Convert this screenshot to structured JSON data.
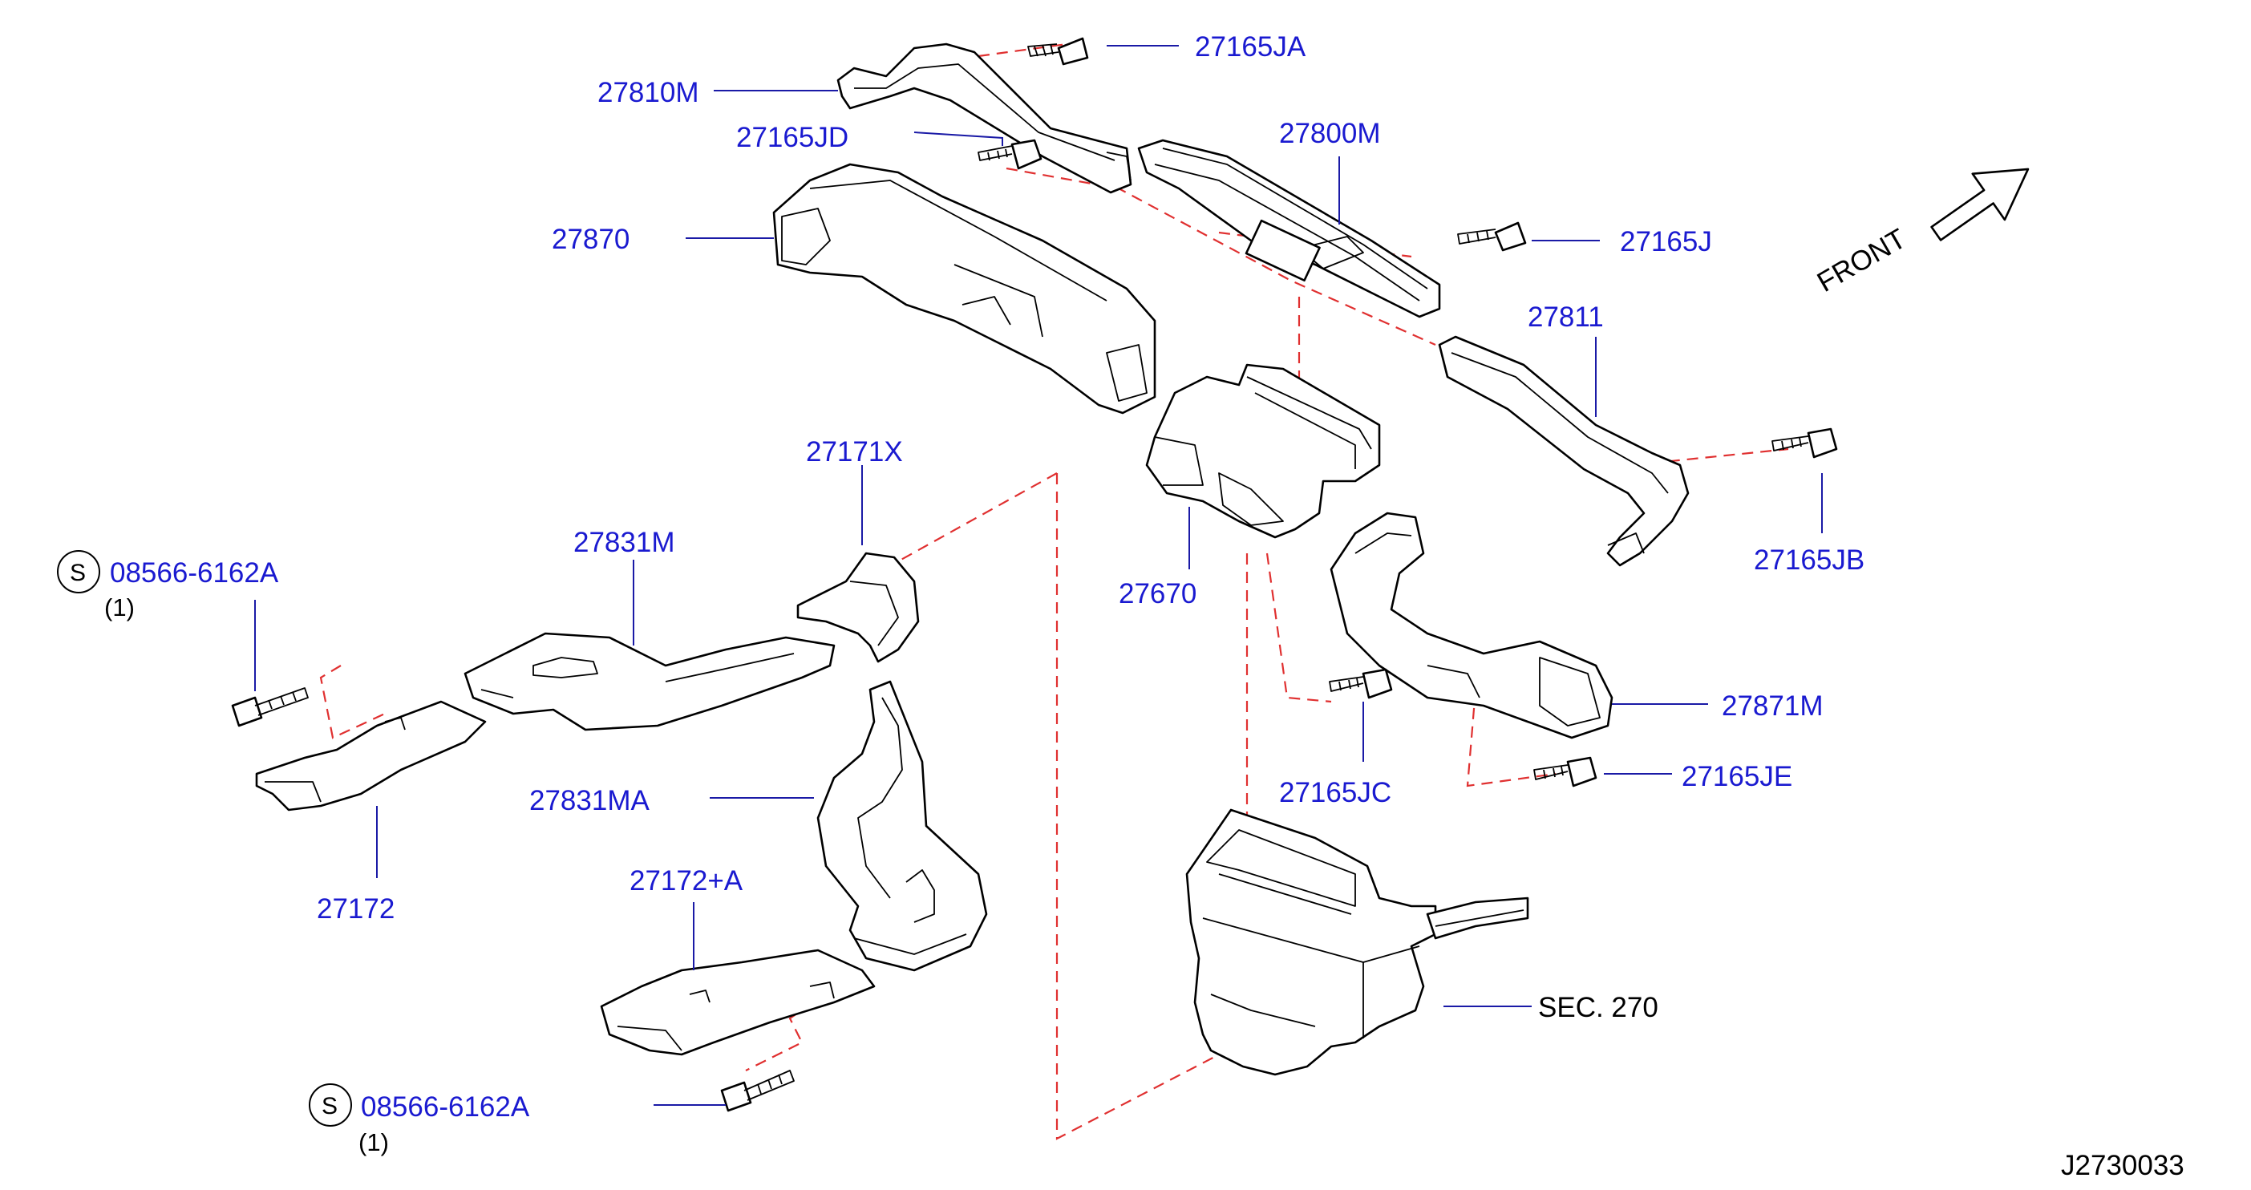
{
  "diagram_id": "J2730033",
  "front_label": "FRONT",
  "s_symbol": "S",
  "labels": {
    "p27810M": "27810M",
    "p27165JA": "27165JA",
    "p27165JD": "27165JD",
    "p27800M": "27800M",
    "p27870": "27870",
    "p27165J": "27165J",
    "p27811": "27811",
    "p27171X": "27171X",
    "p27831M": "27831M",
    "p08566_top": "08566-6162A",
    "qty_top": "(1)",
    "p27670": "27670",
    "p27165JB": "27165JB",
    "p27871M": "27871M",
    "p27172": "27172",
    "p27831MA": "27831MA",
    "p27165JC": "27165JC",
    "p27165JE": "27165JE",
    "p27172A": "27172+A",
    "sec270": "SEC.  270",
    "p08566_bottom": "08566-6162A",
    "qty_bottom": "(1)"
  },
  "colors": {
    "label_text": "#1a1ad0",
    "leader_line": "#1a1aa6",
    "dashed_line": "#e03030",
    "drawing": "#000000"
  }
}
